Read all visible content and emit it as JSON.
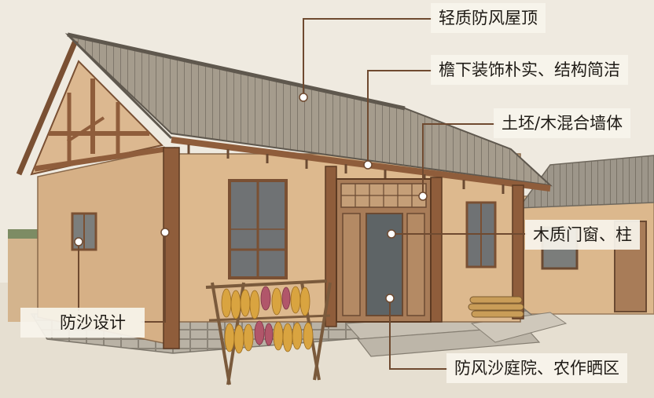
{
  "annotations": {
    "roof": "轻质防风屋顶",
    "eaves": "檐下装饰朴实、结构简洁",
    "wall": "土坯/木混合墙体",
    "doors": "木质门窗、柱",
    "sand": "防沙设计",
    "yard": "防风沙庭院、农作晒区"
  },
  "colors": {
    "background": "#efeae0",
    "roof_tile": "#a59c8d",
    "wall_earth": "#ddb98e",
    "timber": "#8f5d3b",
    "leader_line": "#6f4a30",
    "label_bg": "#f8f4ec"
  }
}
